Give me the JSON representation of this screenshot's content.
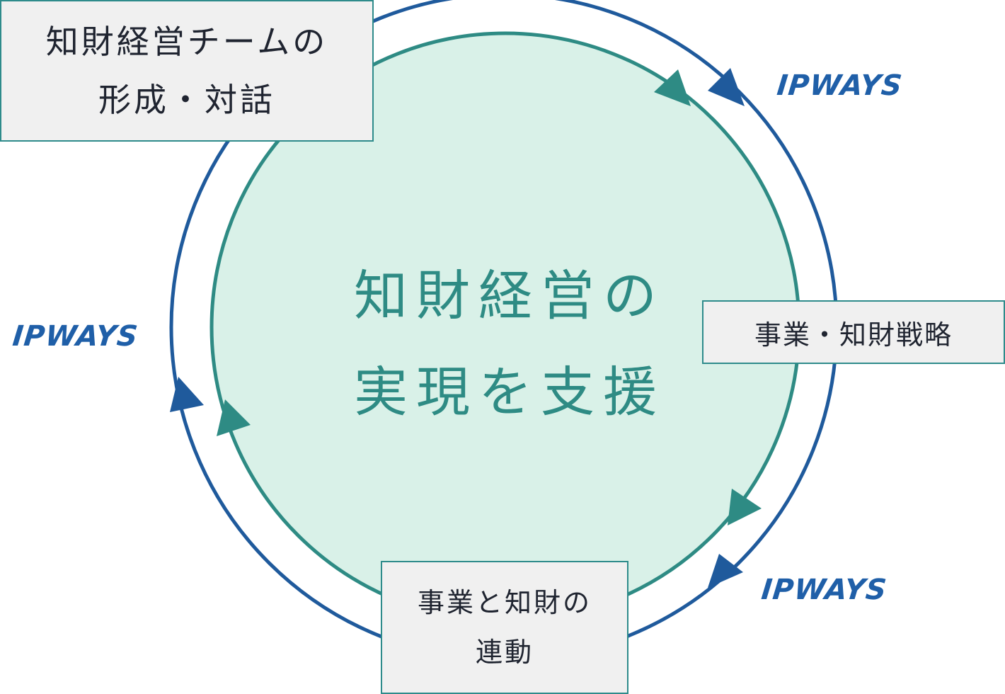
{
  "colors": {
    "outer_ring": "#1f5a9c",
    "inner_ring": "#2e8b84",
    "inner_fill": "#d9f1e8",
    "box_fill": "#f0f0f0",
    "box_border": "#2e8b8b",
    "center_text": "#2e8b84",
    "logo": "#1f5fa8"
  },
  "center": {
    "line1": "知財経営の",
    "line2": "実現を支援"
  },
  "boxes": {
    "team": {
      "line1": "知財経営チームの",
      "line2": "形成・対話"
    },
    "strategy": {
      "line1": "事業・知財戦略"
    },
    "link": {
      "line1": "事業と知財の",
      "line2": "連動"
    }
  },
  "logos": {
    "top_right": "IPWAYS",
    "left": "IPWAYS",
    "bottom_right": "IPWAYS"
  }
}
